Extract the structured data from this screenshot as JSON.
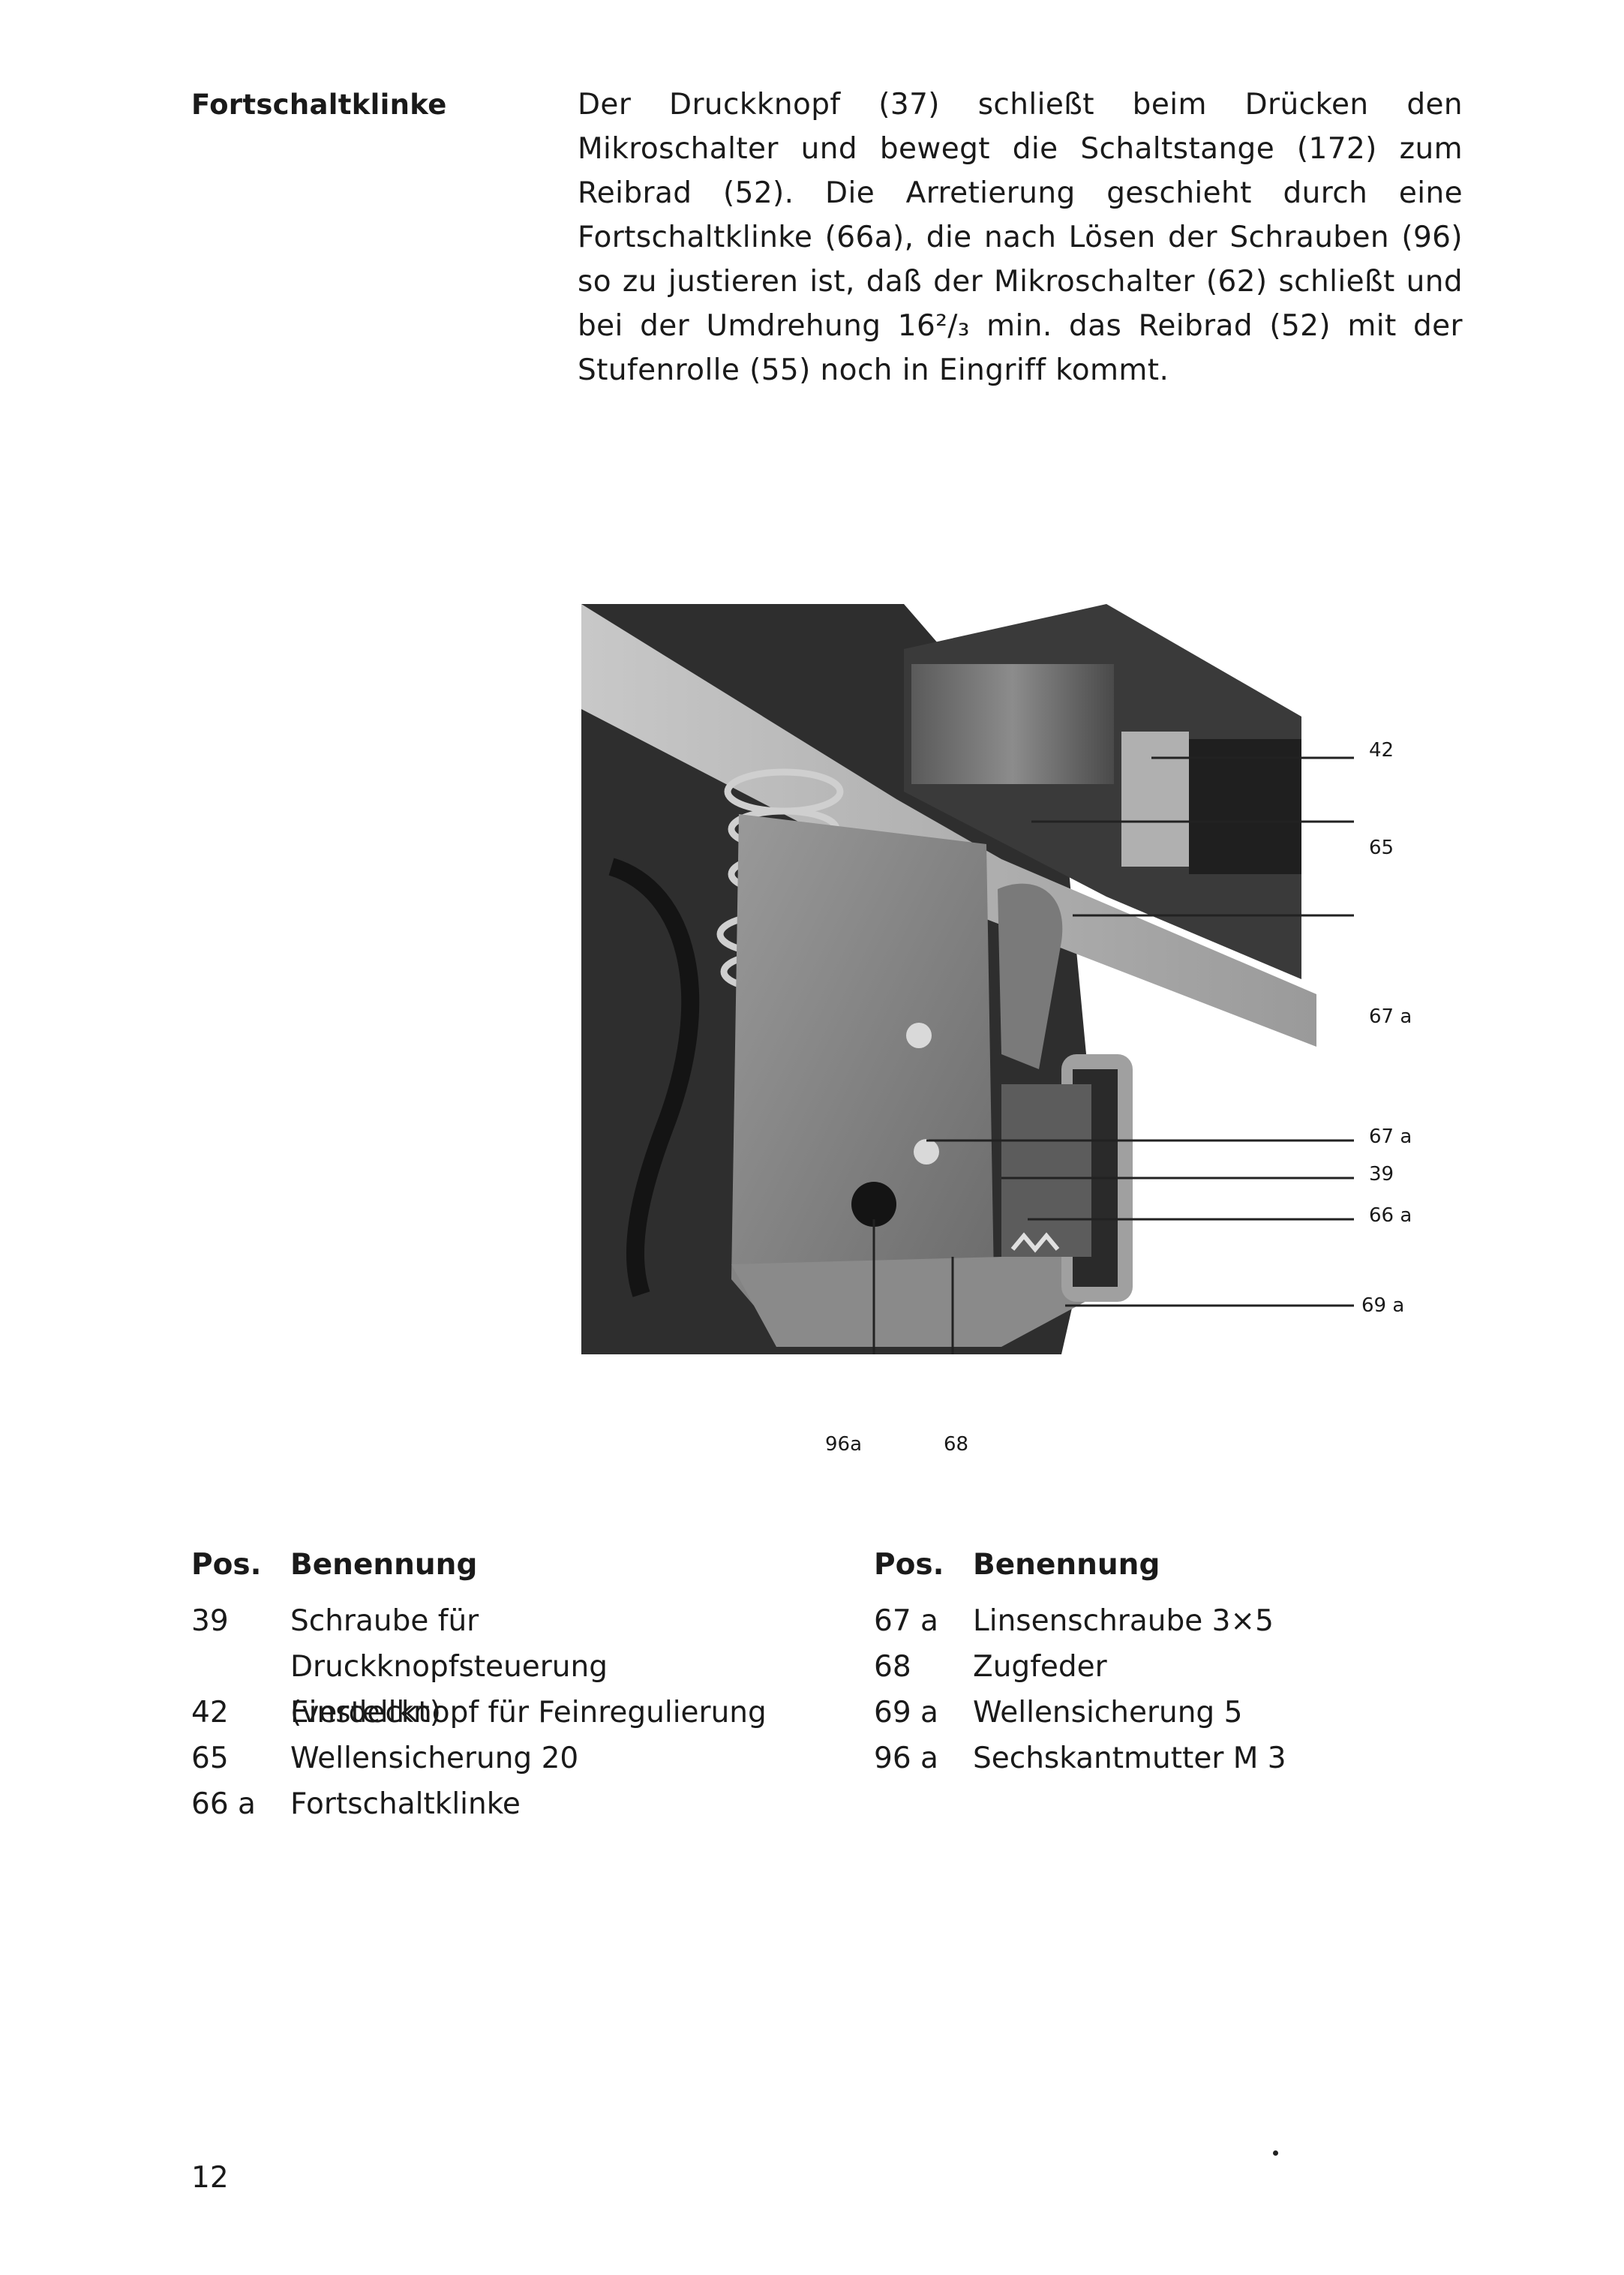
{
  "section": {
    "heading": "Fortschaltklinke",
    "paragraph": "Der Druckknopf (37) schließt beim Drücken den Mikroschalter und bewegt die Schaltstange (172) zum Reibrad (52). Die Arretierung geschieht durch eine Fortschaltklinke (66a), die nach Lösen der Schrauben (96) so zu justieren ist, daß der Mikroschalter (62) schließt und bei der Umdrehung 16²/₃ min. das Reibrad (52) mit der Stufenrolle (55) noch in Eingriff kommt."
  },
  "figure": {
    "callouts_right": [
      "42",
      "65",
      "67 a",
      "67 a",
      "39",
      "66 a",
      "69 a"
    ],
    "callouts_bottom": [
      "96a",
      "68"
    ]
  },
  "table": {
    "headers": {
      "pos": "Pos.",
      "name": "Benennung"
    },
    "left": [
      {
        "pos": "39",
        "name": "Schraube für Druckknopfsteuerung (verdeckt)"
      },
      {
        "pos": "42",
        "name": "Einstellknopf für Feinregulierung"
      },
      {
        "pos": "65",
        "name": "Wellensicherung 20"
      },
      {
        "pos": "66 a",
        "name": "Fortschaltklinke"
      }
    ],
    "right": [
      {
        "pos": "67 a",
        "name": "Linsenschraube 3×5"
      },
      {
        "pos": "68",
        "name": "Zugfeder"
      },
      {
        "pos": "69 a",
        "name": "Wellensicherung 5"
      },
      {
        "pos": "96 a",
        "name": "Sechskantmutter M 3"
      }
    ]
  },
  "page_number": "12"
}
